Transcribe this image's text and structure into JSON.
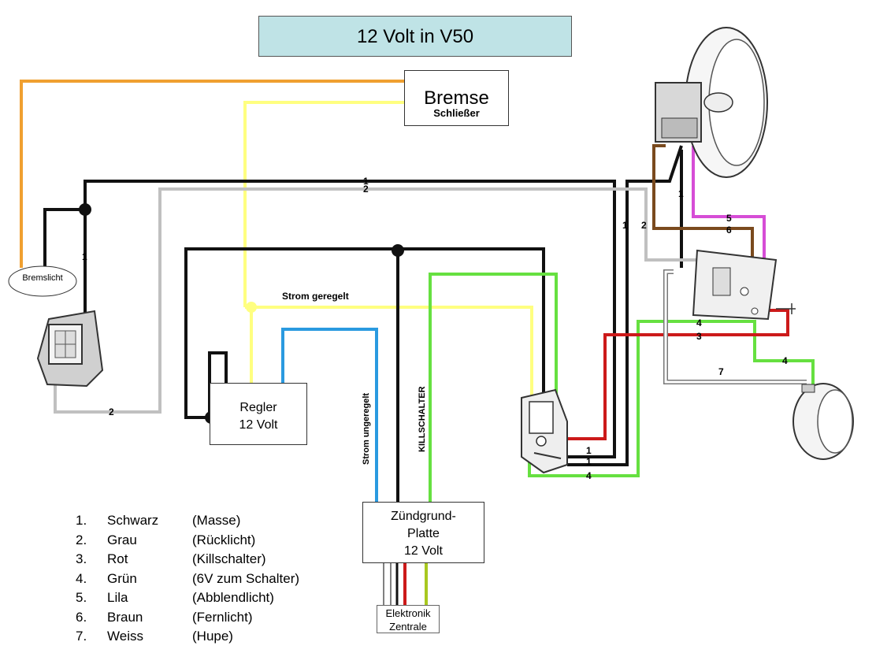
{
  "title": "12 Volt in V50",
  "bremse": {
    "label": "Bremse",
    "sub": "Schließer"
  },
  "regler": {
    "line1": "Regler",
    "line2": "12 Volt"
  },
  "zuendgrundplatte": {
    "line1": "Zündgrund-",
    "line2": "Platte",
    "line3": "12 Volt"
  },
  "elektronik": {
    "line1": "Elektronik",
    "line2": "Zentrale"
  },
  "bremslicht": "Bremslicht",
  "labels": {
    "strom_geregelt": "Strom geregelt",
    "strom_ungeregelt": "Strom ungeregelt",
    "killschalter": "KILLSCHALTER"
  },
  "wire_numbers": {
    "n1": "1",
    "n2": "2",
    "n3": "3",
    "n4": "4",
    "n5": "5",
    "n6": "6",
    "n7": "7"
  },
  "legend": [
    {
      "num": "1.",
      "color": "Schwarz",
      "meaning": "(Masse)"
    },
    {
      "num": "2.",
      "color": "Grau",
      "meaning": "(Rücklicht)"
    },
    {
      "num": "3.",
      "color": "Rot",
      "meaning": "(Killschalter)"
    },
    {
      "num": "4.",
      "color": "Grün",
      "meaning": "(6V zum Schalter)"
    },
    {
      "num": "5.",
      "color": "Lila",
      "meaning": "(Abblendlicht)"
    },
    {
      "num": "6.",
      "color": "Braun",
      "meaning": "(Fernlicht)"
    },
    {
      "num": "7.",
      "color": "Weiss",
      "meaning": "(Hupe)"
    }
  ],
  "wire_colors": {
    "black": "#111111",
    "grey": "#c0c0c0",
    "red": "#cc1a1a",
    "green": "#66e040",
    "purple": "#d64dd6",
    "brown": "#7a4a1e",
    "white": "#ffffff",
    "orange": "#f0a030",
    "yellow": "#ffff80",
    "blue": "#2a9ae0"
  }
}
